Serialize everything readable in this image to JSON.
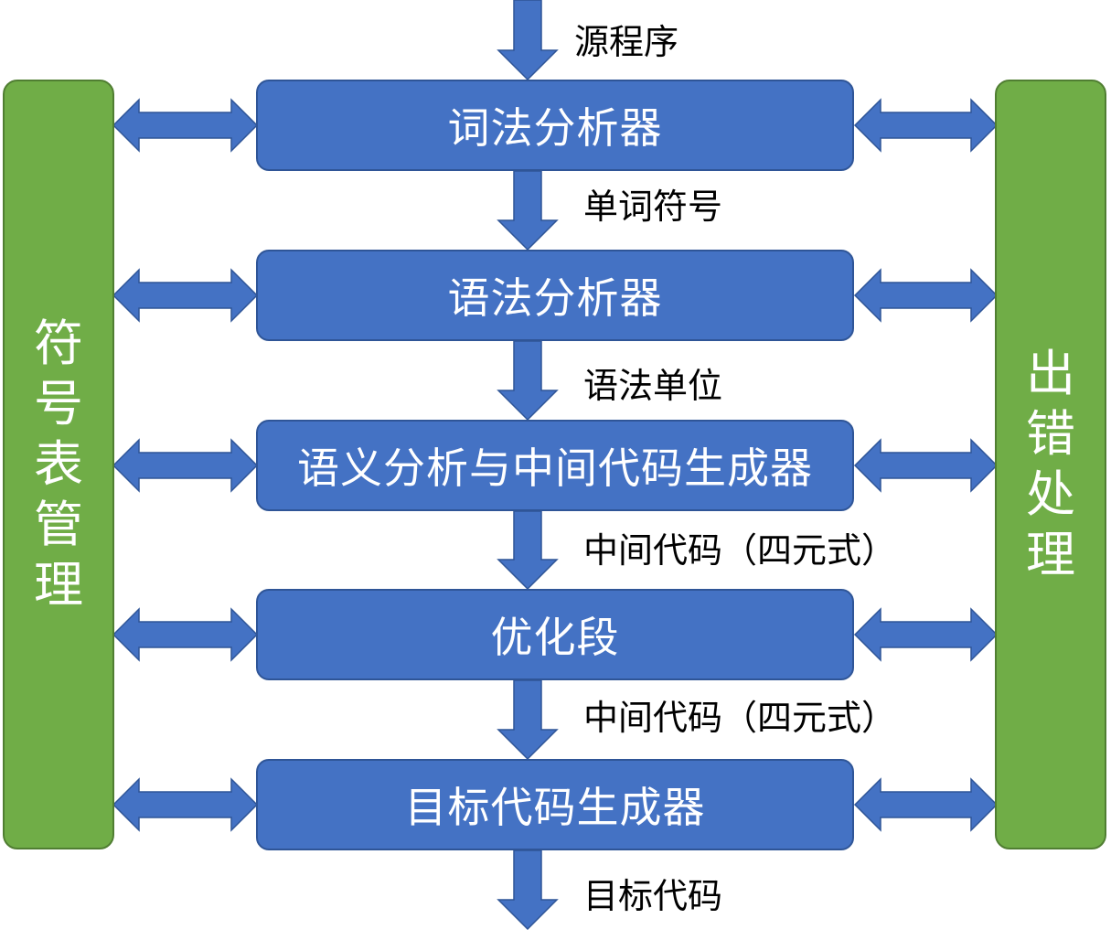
{
  "colors": {
    "stage_fill": "#4472c4",
    "stage_border": "#2f5597",
    "side_fill": "#70ad47",
    "side_border": "#507e32",
    "arrow_fill": "#4472c4",
    "arrow_border": "#2f5597"
  },
  "input_label": "源程序",
  "stages": [
    {
      "label": "词法分析器"
    },
    {
      "label": "语法分析器"
    },
    {
      "label": "语义分析与中间代码生成器"
    },
    {
      "label": "优化段"
    },
    {
      "label": "目标代码生成器"
    }
  ],
  "flow_labels": [
    "单词符号",
    "语法单位",
    "中间代码（四元式）",
    "中间代码（四元式）",
    "目标代码"
  ],
  "left_panel": {
    "chars": [
      "符",
      "号",
      "表",
      "管",
      "理"
    ]
  },
  "right_panel": {
    "chars": [
      "出",
      "错",
      "处",
      "理"
    ]
  }
}
